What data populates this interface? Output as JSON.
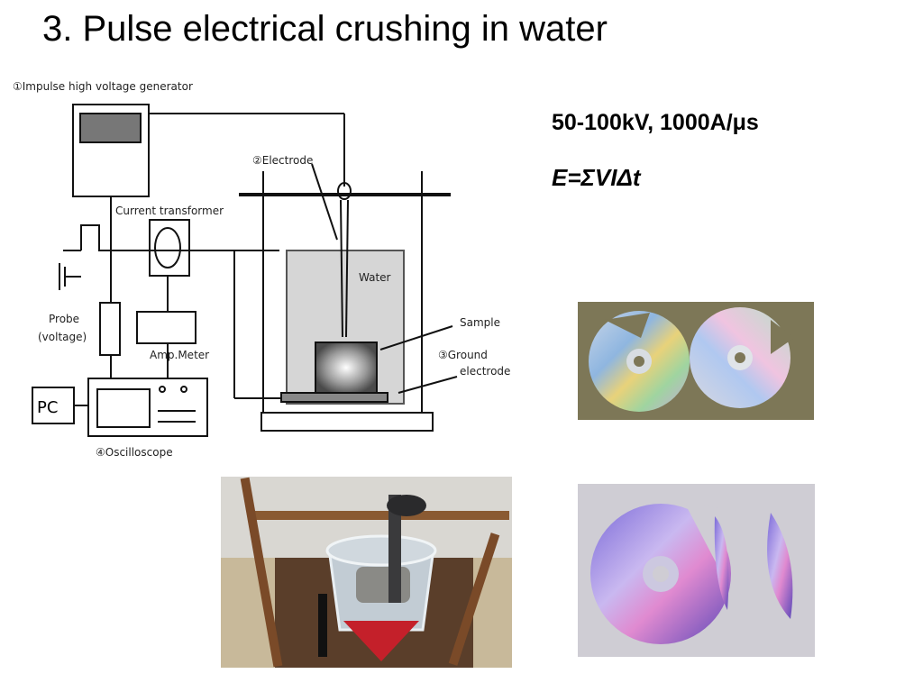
{
  "slide": {
    "title": "3. Pulse electrical crushing in water",
    "equation_1": "50-100kV, 1000A/μs",
    "equation_2": "E=ΣVIΔt"
  },
  "diagram": {
    "labels": {
      "generator": "①Impulse high voltage generator",
      "electrode": "②Electrode",
      "current_transformer": "Current transformer",
      "water": "Water",
      "sample": "Sample",
      "ground_electrode_1": "③Ground",
      "ground_electrode_2": "electrode",
      "probe_1": "Probe",
      "probe_2": "(voltage)",
      "amp_meter": "Amp.Meter",
      "pc": "PC",
      "oscilloscope": "④Oscilloscope"
    }
  },
  "photos": [
    {
      "name": "broken-cd-photo-1",
      "subject": "two shattered optical discs"
    },
    {
      "name": "setup-photo",
      "subject": "experimental setup with water bucket and electrode"
    },
    {
      "name": "broken-cd-photo-2",
      "subject": "shattered optical disc fragments"
    }
  ]
}
